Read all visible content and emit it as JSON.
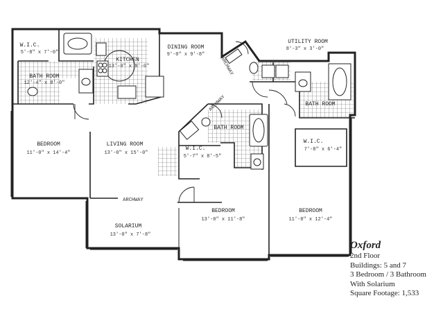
{
  "rooms": {
    "wic_master": {
      "name": "W.I.C.",
      "dims": "5'-8\" x 7'-0\""
    },
    "bath_master": {
      "name": "BATH ROOM",
      "dims": "12'-4\" x 8'-0\""
    },
    "kitchen": {
      "name": "KITCHEN",
      "dims": "13'-0\" x 9'-0\""
    },
    "dining": {
      "name": "DINING ROOM",
      "dims": "9'-0\" x 9'-8\""
    },
    "utility": {
      "name": "UTILITY ROOM",
      "dims": "8'-3\" x 3'-0\""
    },
    "bath_right": {
      "name": "BATH ROOM"
    },
    "bath_center": {
      "name": "BATH ROOM"
    },
    "bedroom_left": {
      "name": "BEDROOM",
      "dims": "11'-0\" x 14'-4\""
    },
    "living": {
      "name": "LIVING ROOM",
      "dims": "13'-0\" x 15'-0\""
    },
    "wic_center": {
      "name": "W.I.C.",
      "dims": "5'-7\" x 8'-5\""
    },
    "wic_right": {
      "name": "W.I.C.",
      "dims": "7'-8\" x 6'-4\""
    },
    "solarium": {
      "name": "SOLARIUM",
      "dims": "13'-0\" x 7'-8\""
    },
    "bedroom_center": {
      "name": "BEDROOM",
      "dims": "13'-0\" x 11'-8\""
    },
    "bedroom_right": {
      "name": "BEDROOM",
      "dims": "11'-8\" x 12'-4\""
    }
  },
  "archways": [
    "ARCHWAY",
    "ARCHWAY",
    "ARCHWAY"
  ],
  "info": {
    "title": "Oxford",
    "floor": "2nd Floor",
    "buildings": "Buildings: 5 and 7",
    "layout": "3 Bedroom / 3 Bathroom",
    "feature": "With Solarium",
    "square_footage": "Square Footage: 1,533"
  },
  "colors": {
    "line": "#222222",
    "background": "#ffffff"
  }
}
